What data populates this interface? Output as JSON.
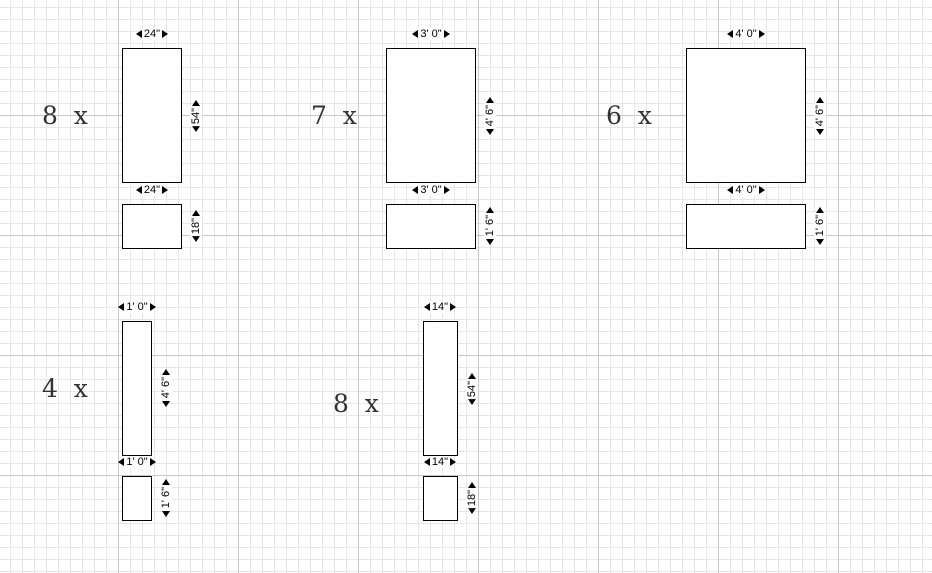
{
  "groups": [
    {
      "qty": "8  x",
      "tall": {
        "width": "24\"",
        "height": "54\""
      },
      "short": {
        "width": "24\"",
        "height": "18\""
      }
    },
    {
      "qty": "7  x",
      "tall": {
        "width": "3' 0\"",
        "height": "4' 6\""
      },
      "short": {
        "width": "3' 0\"",
        "height": "1' 6\""
      }
    },
    {
      "qty": "6  x",
      "tall": {
        "width": "4' 0\"",
        "height": "4' 6\""
      },
      "short": {
        "width": "4' 0\"",
        "height": "1' 6\""
      }
    },
    {
      "qty": "4  x",
      "tall": {
        "width": "1' 0\"",
        "height": "4' 6\""
      },
      "short": {
        "width": "1' 0\"",
        "height": "1' 6\""
      }
    },
    {
      "qty": "8  x",
      "tall": {
        "width": "14\"",
        "height": "54\""
      },
      "short": {
        "width": "14\"",
        "height": "18\""
      }
    }
  ],
  "colors": {
    "grid_major": "#c8c8c8",
    "grid_minor": "#e6e6e6",
    "outline": "#000000",
    "quantity_text": "#333333"
  }
}
